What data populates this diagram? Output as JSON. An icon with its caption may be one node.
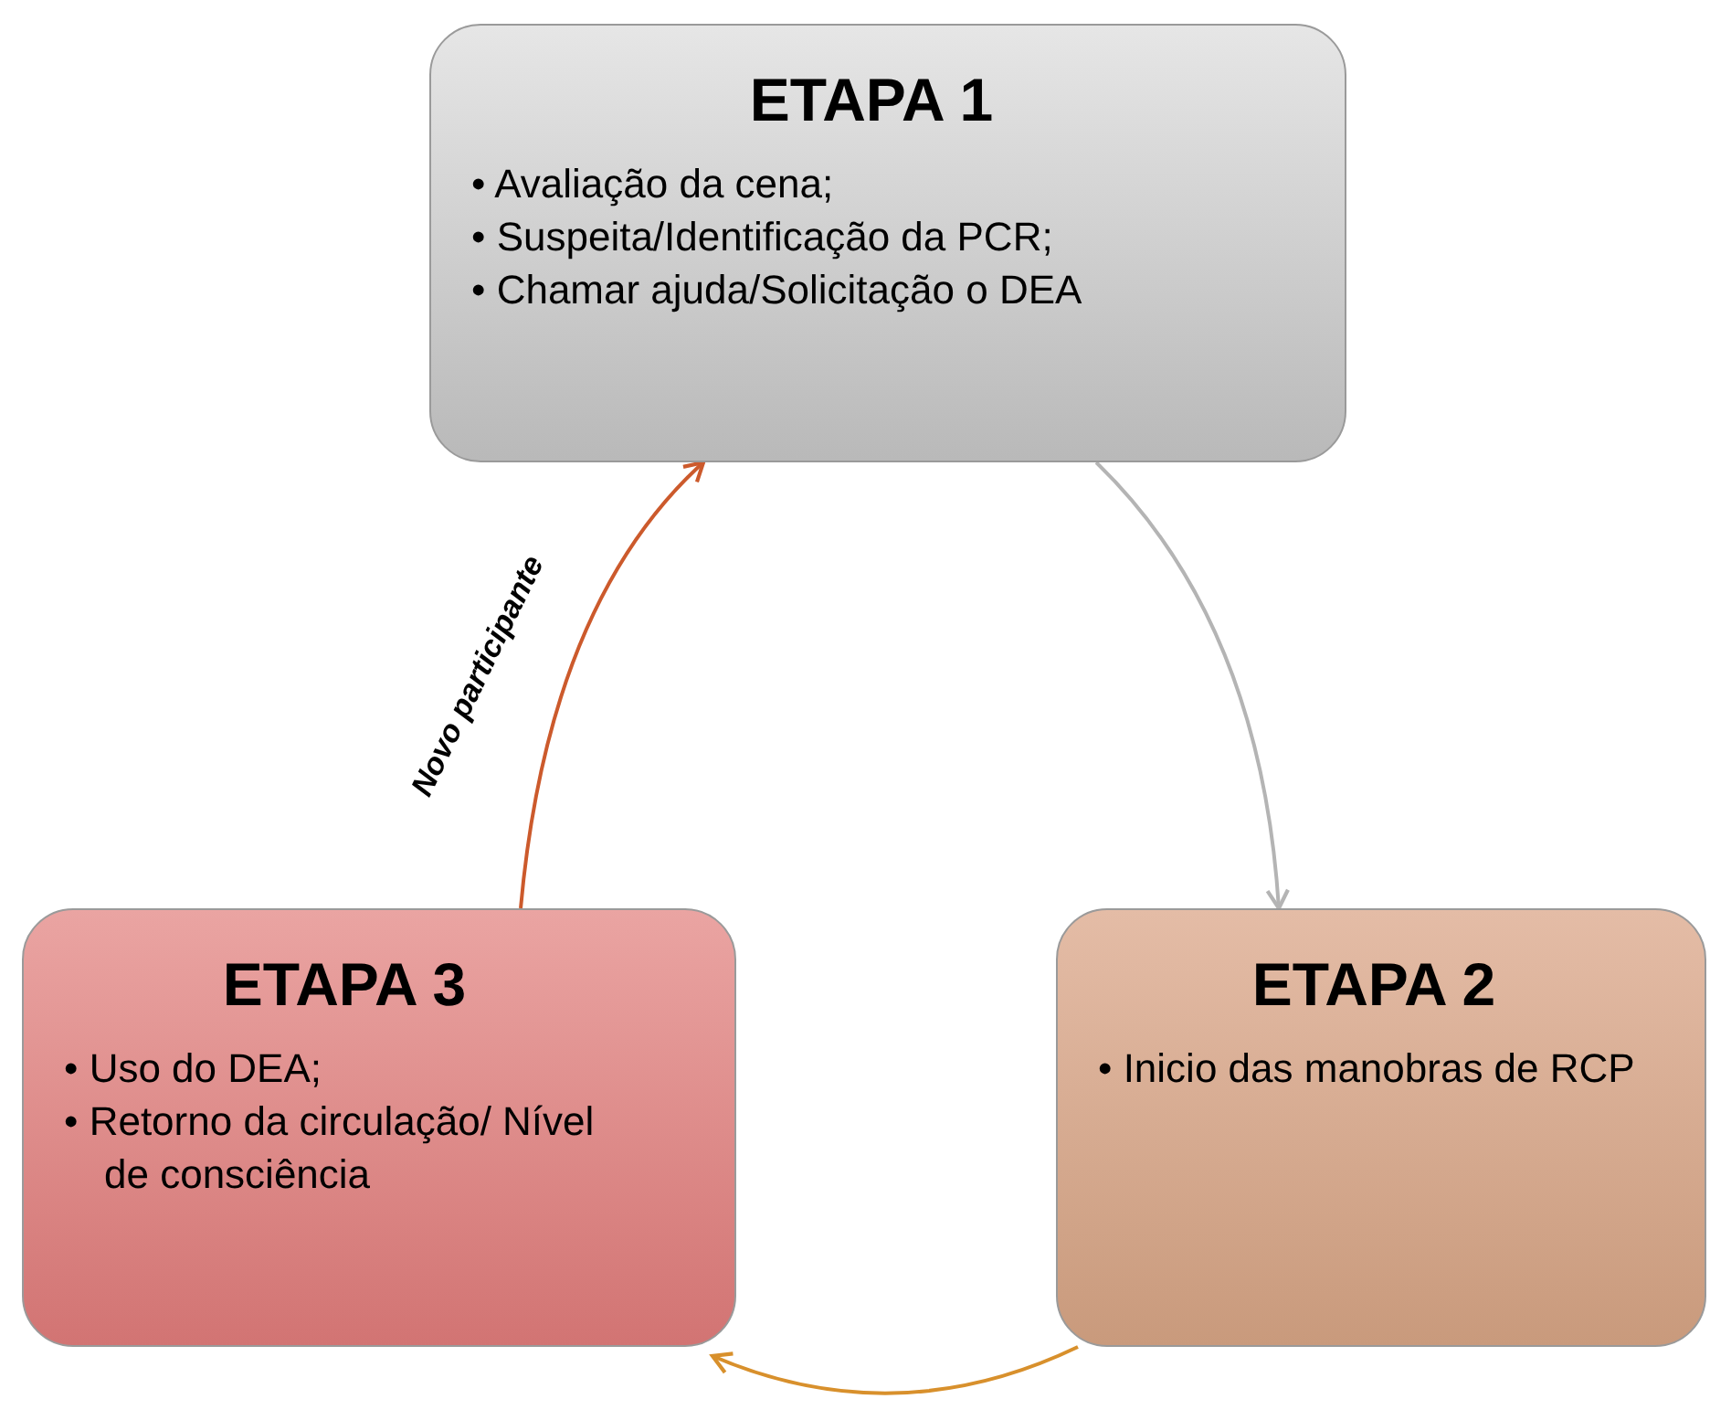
{
  "diagram": {
    "nodes": [
      {
        "text": [
          "ETAPA 1",
          "• Avaliação da cena;",
          "• Suspeita/Identificação da PCR;",
          "• Chamar ajuda/Solicitação o DEA"
        ]
      },
      {
        "text": [
          "ETAPA 2",
          "• Inicio das manobras de RCP"
        ]
      },
      {
        "text": [
          "ETAPA 3",
          "• Uso do DEA;",
          "• Retorno da circulação/ Nível de consciência"
        ]
      }
    ],
    "edges": [
      {
        "from": 0,
        "to": 1,
        "arrow": "to",
        "color": "#b4b4b4"
      },
      {
        "from": 1,
        "to": 2,
        "arrow": "to",
        "color": "#d8902c"
      },
      {
        "from": 2,
        "to": 0,
        "arrow": "to",
        "label": "Novo participante",
        "color": "#cc5a2c"
      }
    ]
  }
}
